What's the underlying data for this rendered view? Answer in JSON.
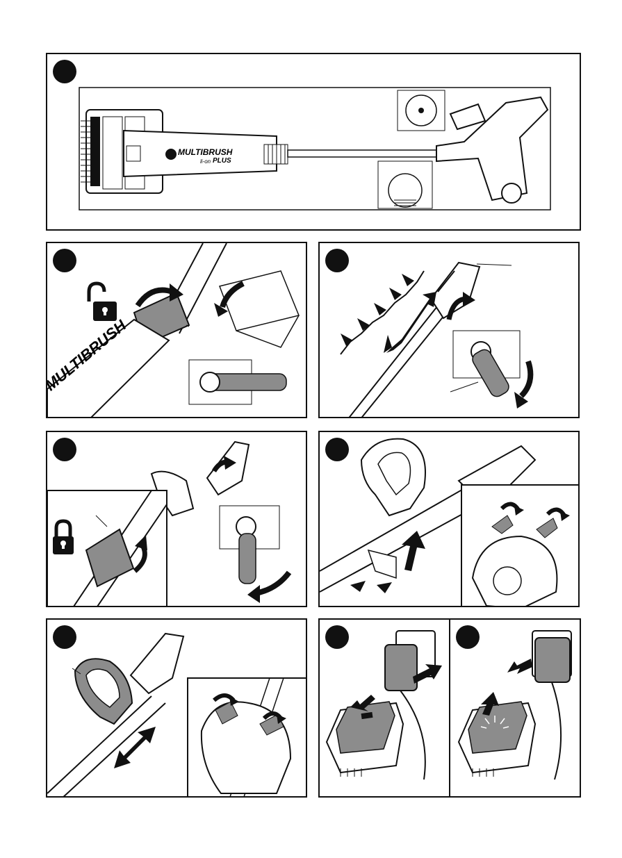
{
  "brand": {
    "name": "MULTIBRUSH",
    "sub": "li-on",
    "plus": "PLUS"
  },
  "panels": [
    {
      "id": "p1",
      "label": "",
      "icon": "product-overview"
    },
    {
      "id": "p2",
      "label": "",
      "icon": "unlock-icon"
    },
    {
      "id": "p3",
      "label": "",
      "icon": "extend-handle"
    },
    {
      "id": "p4",
      "label": "",
      "icon": "lock-icon"
    },
    {
      "id": "p5",
      "label": "",
      "icon": "attach-handle"
    },
    {
      "id": "p6",
      "label": "",
      "icon": "adjust-handle"
    },
    {
      "id": "p7",
      "label": "",
      "icon": "charger-plug-in"
    },
    {
      "id": "p8",
      "label": "",
      "icon": "charger-unplug"
    }
  ],
  "colors": {
    "line": "#111111",
    "grey": "#8c8c8c",
    "lightgrey": "#cfcfcf"
  }
}
